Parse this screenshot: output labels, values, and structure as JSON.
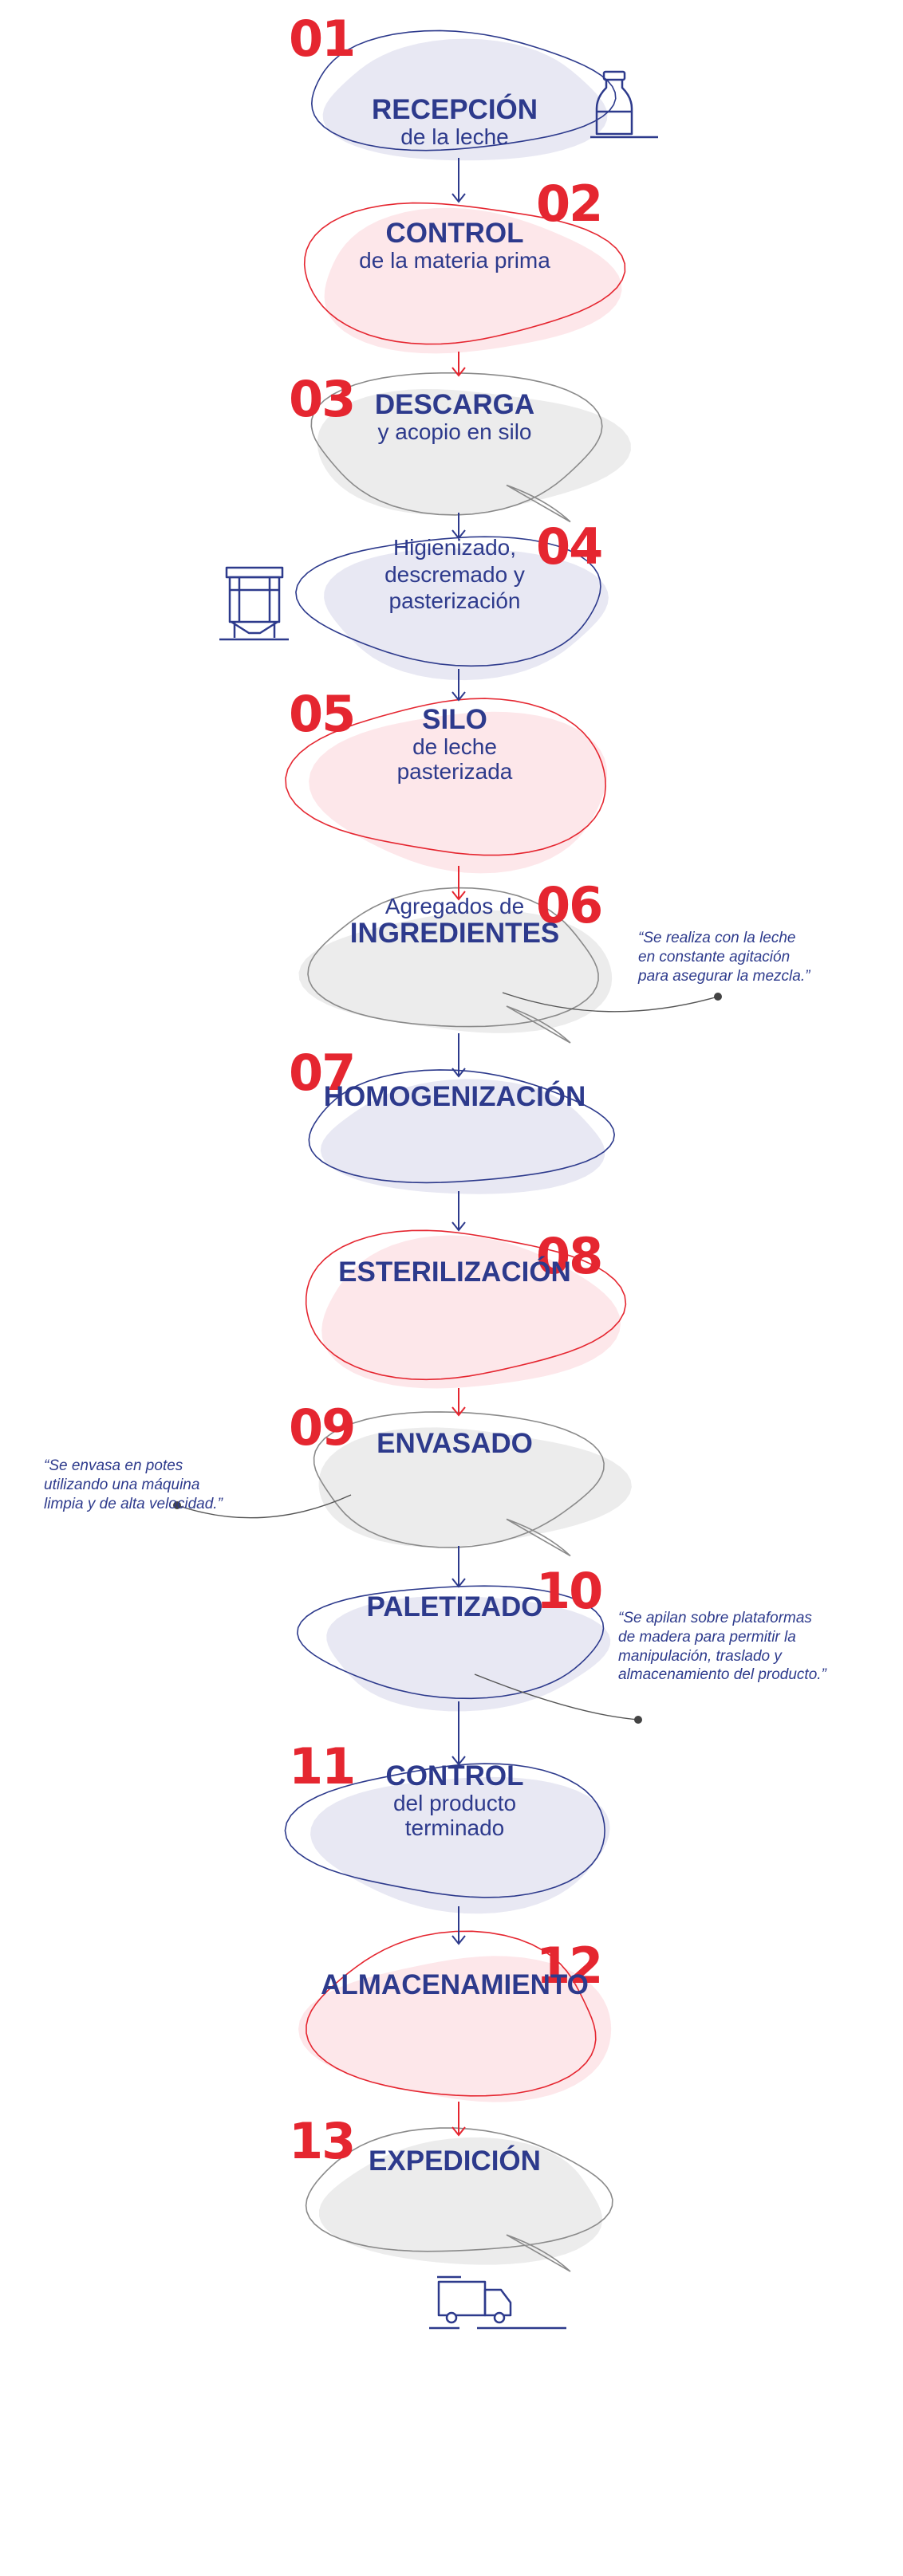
{
  "colors": {
    "red": "#e52630",
    "navy": "#2d3a8c",
    "lavender": "#e8e8f3",
    "pink": "#fde7ea",
    "grey": "#ececec",
    "grey_stroke": "#8a8a8a"
  },
  "steps": [
    {
      "number": "01",
      "main": "RECEPCIÓN",
      "sub": "de la leche",
      "theme": "lavender"
    },
    {
      "number": "02",
      "main": "CONTROL",
      "sub": "de la materia prima",
      "theme": "pink"
    },
    {
      "number": "03",
      "main": "DESCARGA",
      "sub": "y acopio en silo",
      "theme": "grey"
    },
    {
      "number": "04",
      "lines": [
        "Higienizado,",
        "descremado y",
        "pasterización"
      ],
      "theme": "lavender"
    },
    {
      "number": "05",
      "main": "SILO",
      "lines": [
        "de leche",
        "pasterizada"
      ],
      "theme": "pink"
    },
    {
      "number": "06",
      "pre": "Agregados de",
      "main": "INGREDIENTES",
      "theme": "grey"
    },
    {
      "number": "07",
      "main": "HOMOGENIZACIÓN",
      "theme": "lavender"
    },
    {
      "number": "08",
      "main": "ESTERILIZACIÓN",
      "theme": "pink"
    },
    {
      "number": "09",
      "main": "ENVASADO",
      "theme": "grey"
    },
    {
      "number": "10",
      "main": "PALETIZADO",
      "theme": "lavender"
    },
    {
      "number": "11",
      "main": "CONTROL",
      "lines": [
        "del producto",
        "terminado"
      ],
      "theme": "lavender"
    },
    {
      "number": "12",
      "main": "ALMACENAMIENTO",
      "theme": "pink"
    },
    {
      "number": "13",
      "main": "EXPEDICIÓN",
      "theme": "grey"
    }
  ],
  "notes": [
    {
      "lines": [
        "“Se realiza con la leche",
        "en constante agitación",
        "para asegurar la mezcla.”"
      ]
    },
    {
      "lines": [
        "“Se envasa en potes",
        "utilizando una máquina",
        "limpia y de alta velocidad.”"
      ]
    },
    {
      "lines": [
        "“Se apilan sobre plataformas",
        "de madera para permitir la",
        "manipulación, traslado y",
        "almacenamiento del producto.”"
      ]
    }
  ],
  "icons": [
    "milk-bottle-icon",
    "silo-tank-icon",
    "delivery-truck-icon"
  ]
}
